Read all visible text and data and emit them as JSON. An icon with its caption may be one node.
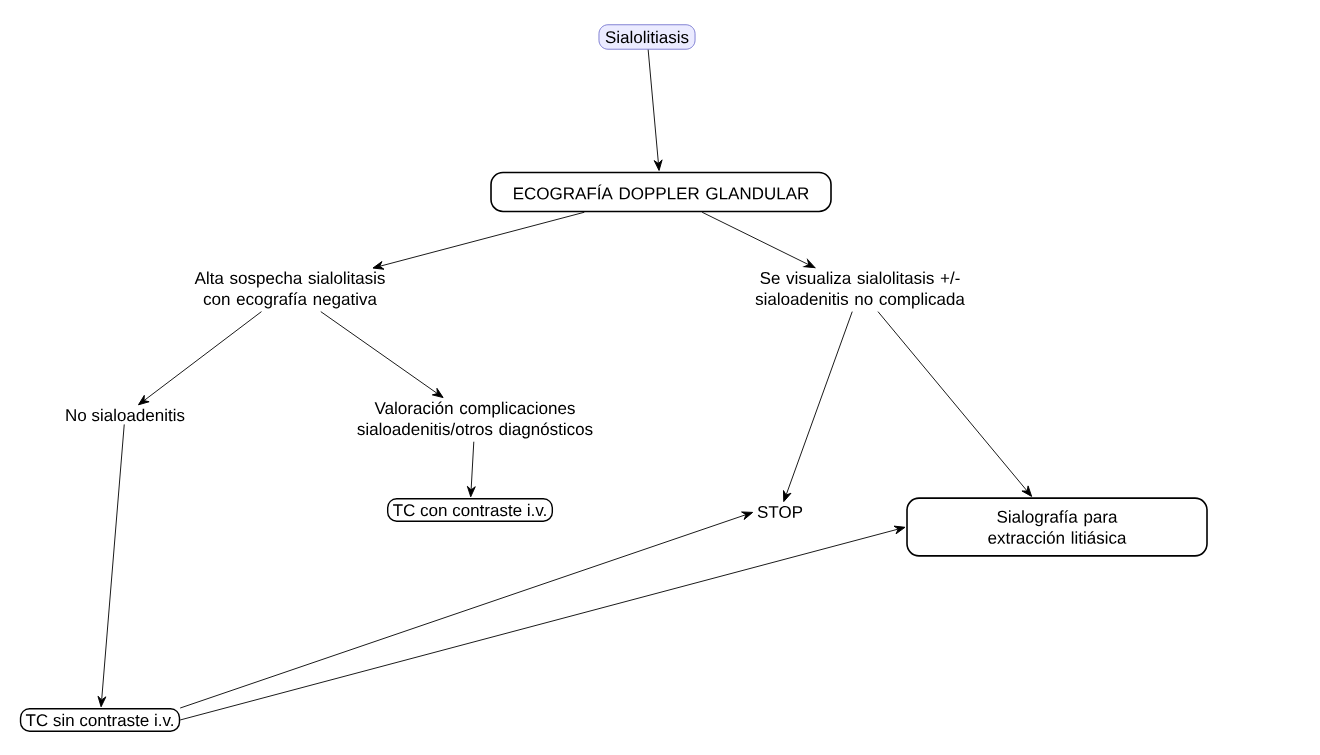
{
  "diagram": {
    "nodes": [
      {
        "text": [
          "Sialolitiasis"
        ]
      },
      {
        "text": [
          "ECOGRAFÍA DOPPLER GLANDULAR"
        ]
      },
      {
        "text": [
          "Alta sospecha sialolitasis con ecografía negativa"
        ]
      },
      {
        "text": [
          "Se visualiza sialolitasis +/- sialoadenitis no complicada"
        ]
      },
      {
        "text": [
          "No sialoadenitis"
        ]
      },
      {
        "text": [
          "Valoración complicaciones sialoadenitis/otros diagnósticos"
        ]
      },
      {
        "text": [
          "TC con contraste i.v."
        ]
      },
      {
        "text": [
          "STOP"
        ]
      },
      {
        "text": [
          "Sialografía para extracción litiásica"
        ]
      },
      {
        "text": [
          "TC sin contraste i.v."
        ]
      }
    ],
    "edges": [
      {
        "from": 0,
        "to": 1,
        "arrow": "to"
      },
      {
        "from": 1,
        "to": 2,
        "arrow": "to"
      },
      {
        "from": 1,
        "to": 3,
        "arrow": "to"
      },
      {
        "from": 2,
        "to": 4,
        "arrow": "to"
      },
      {
        "from": 2,
        "to": 5,
        "arrow": "to"
      },
      {
        "from": 5,
        "to": 6,
        "arrow": "to"
      },
      {
        "from": 3,
        "to": 7,
        "arrow": "to"
      },
      {
        "from": 3,
        "to": 8,
        "arrow": "to"
      },
      {
        "from": 4,
        "to": 9,
        "arrow": "to"
      },
      {
        "from": 9,
        "to": 7,
        "arrow": "to"
      },
      {
        "from": 9,
        "to": 8,
        "arrow": "to"
      }
    ]
  }
}
